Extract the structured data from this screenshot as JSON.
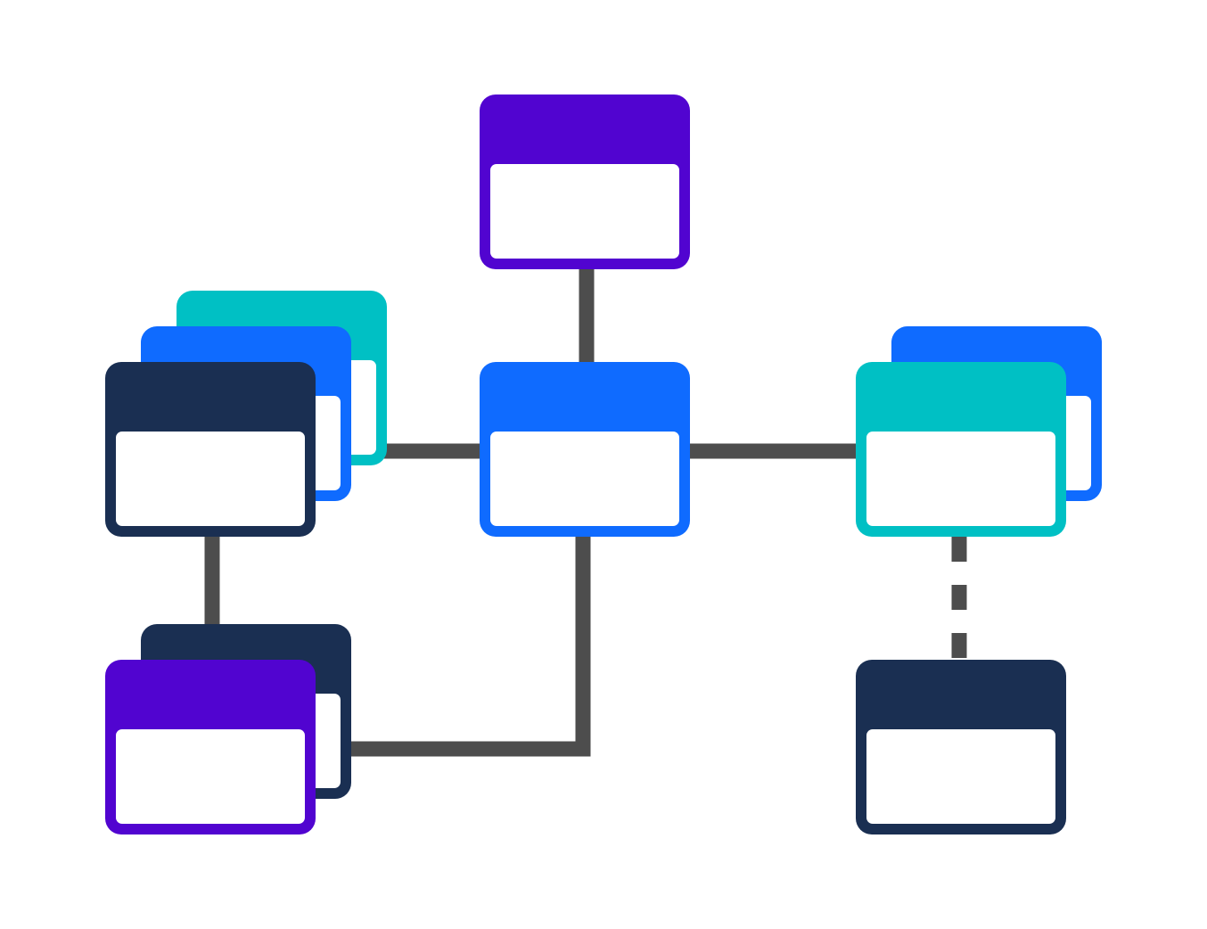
{
  "diagram": {
    "colors": {
      "background": "#ffffff",
      "connector": "#4d4d4d",
      "navy": "#1a2f52",
      "blue": "#0f6bff",
      "purple": "#5104d0",
      "teal": "#00c0c4",
      "card_body": "#ffffff"
    },
    "nodes": [
      {
        "id": "top-card",
        "header_color": "purple",
        "stack_colors": []
      },
      {
        "id": "center-card",
        "header_color": "blue",
        "stack_colors": []
      },
      {
        "id": "left-card",
        "header_color": "navy",
        "stack_colors": [
          "teal",
          "blue"
        ]
      },
      {
        "id": "right-card",
        "header_color": "teal",
        "stack_colors": [
          "blue"
        ]
      },
      {
        "id": "bottom-left-card",
        "header_color": "purple",
        "stack_colors": [
          "navy"
        ]
      },
      {
        "id": "bottom-right-card",
        "header_color": "navy",
        "stack_colors": []
      }
    ],
    "edges": [
      {
        "id": "top-to-center",
        "from": "top-card",
        "to": "center-card",
        "style": "solid"
      },
      {
        "id": "left-to-center",
        "from": "left-card",
        "to": "center-card",
        "style": "solid"
      },
      {
        "id": "center-to-right",
        "from": "center-card",
        "to": "right-card",
        "style": "solid"
      },
      {
        "id": "left-to-bottom-left",
        "from": "left-card",
        "to": "bottom-left-card",
        "style": "solid"
      },
      {
        "id": "center-to-bottom-left",
        "from": "center-card",
        "to": "bottom-left-card",
        "style": "solid"
      },
      {
        "id": "right-to-bottom-right",
        "from": "right-card",
        "to": "bottom-right-card",
        "style": "dashed"
      }
    ]
  }
}
